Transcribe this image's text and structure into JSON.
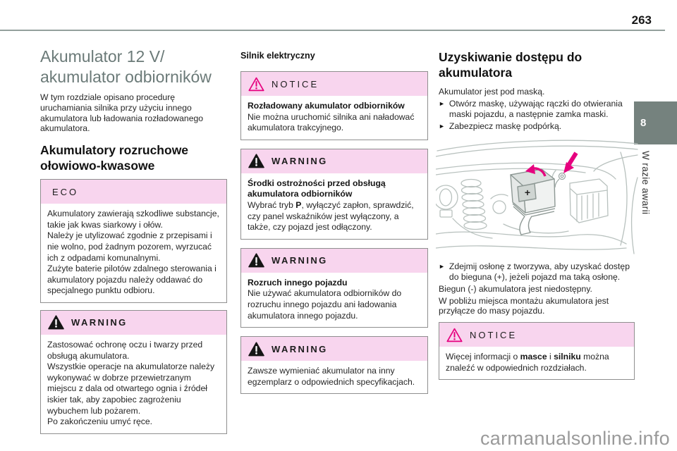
{
  "page": {
    "number": "263",
    "watermark": "carmanualsonline.info"
  },
  "sidebar": {
    "chapter_number": "8",
    "chapter_label": "W razie awarii"
  },
  "glyphs": {
    "bullet": "►"
  },
  "colors": {
    "accent_magenta": "#e6007e",
    "alert_header_pink": "#f8d5ee",
    "title_grey": "#6b7a78",
    "chapter_tab_grey": "#75827e"
  },
  "col1": {
    "title_line1": "Akumulator 12 V/",
    "title_line2": "akumulator odbiorników",
    "intro": "W tym rozdziale opisano procedurę uruchamiania silnika przy użyciu innego akumulatora lub ładowania rozładowanego akumulatora.",
    "section_heading": "Akumulatory rozruchowe ołowiowo-kwasowe",
    "eco_box": {
      "header": "ECO",
      "paragraphs": [
        "Akumulatory zawierają szkodliwe substancje, takie jak kwas siarkowy i ołów.",
        "Należy je utylizować zgodnie z przepisami i nie wolno, pod żadnym pozorem, wyrzucać ich z odpadami komunalnymi.",
        "Zużyte baterie pilotów zdalnego sterowania i akumulatory pojazdu należy oddawać do specjalnego punktu odbioru."
      ]
    },
    "warning_box": {
      "header": "WARNING",
      "paragraphs": [
        "Zastosować ochronę oczu i twarzy przed obsługą akumulatora.",
        "Wszystkie operacje na akumulatorze należy wykonywać w dobrze przewietrzanym miejscu z dala od otwartego ognia i źródeł iskier tak, aby zapobiec zagrożeniu wybuchem lub pożarem.",
        "Po zakończeniu umyć ręce."
      ]
    }
  },
  "col2": {
    "heading": "Silnik elektryczny",
    "notice_box": {
      "header": "NOTICE",
      "title": "Rozładowany akumulator odbiorników",
      "body": "Nie można uruchomić silnika ani naładować akumulatora trakcyjnego."
    },
    "warning_box_1": {
      "header": "WARNING",
      "title": "Środki ostrożności przed obsługą akumulatora odbiorników",
      "body_pre": "Wybrać tryb ",
      "body_bold": "P",
      "body_post": ", wyłączyć zapłon, sprawdzić, czy panel wskaźników jest wyłączony, a także, czy pojazd jest odłączony."
    },
    "warning_box_2": {
      "header": "WARNING",
      "title": "Rozruch innego pojazdu",
      "body": "Nie używać akumulatora odbiorników do rozruchu innego pojazdu ani ładowania akumulatora innego pojazdu."
    },
    "warning_box_3": {
      "header": "WARNING",
      "body": "Zawsze wymieniać akumulator na inny egzemplarz o odpowiednich specyfikacjach."
    }
  },
  "col3": {
    "heading": "Uzyskiwanie dostępu do akumulatora",
    "para_intro": "Akumulator jest pod maską.",
    "step_1": "Otwórz maskę, używając rączki do otwierania maski pojazdu, a następnie zamka maski.",
    "step_2": "Zabezpiecz maskę podpórką.",
    "figure": {
      "plus_label": "+"
    },
    "step_3": "Zdejmij osłonę z tworzywa, aby uzyskać dostęp do bieguna (+), jeżeli pojazd ma taką osłonę.",
    "para_negative": "Biegun (-) akumulatora jest niedostępny.",
    "para_ground": "W pobliżu miejsca montażu akumulatora jest przyłącze do masy pojazdu.",
    "notice_box": {
      "header": "NOTICE",
      "body_pre": "Więcej informacji o ",
      "body_bold_1": "masce",
      "body_mid": " i ",
      "body_bold_2": "silniku",
      "body_post": " można znaleźć w odpowiednich rozdziałach."
    }
  }
}
